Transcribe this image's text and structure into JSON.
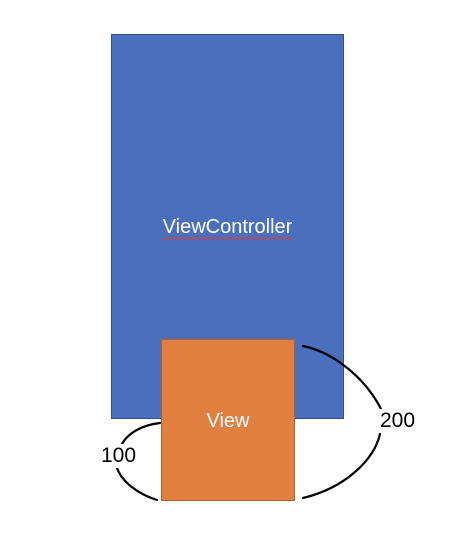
{
  "diagram": {
    "controller_label": "ViewController",
    "view_label": "View",
    "callouts": {
      "left_label": "100",
      "right_label": "200"
    },
    "colors": {
      "controller_fill": "#4a6fbd",
      "view_fill": "#e07f3f",
      "text_on_shapes": "#ffffff",
      "callout_line": "#000000"
    }
  }
}
